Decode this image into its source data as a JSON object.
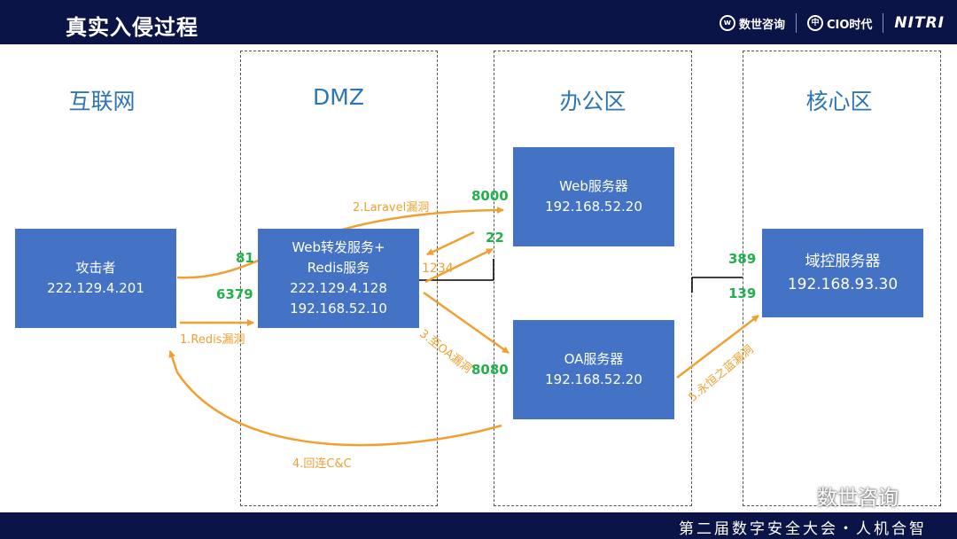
{
  "header": {
    "title": "真实入侵过程"
  },
  "logos": {
    "logo1": "数世咨询",
    "logo2": "CIO时代",
    "logo3": "NITRI"
  },
  "zones": {
    "internet": "互联网",
    "dmz": "DMZ",
    "office": "办公区",
    "core": "核心区"
  },
  "boxes": {
    "attacker": {
      "title": "攻击者",
      "ip": "222.129.4.201"
    },
    "web_forward": {
      "line1": "Web转发服务+",
      "line2": "Redis服务",
      "ip1": "222.129.4.128",
      "ip2": "192.168.52.10"
    },
    "web_server": {
      "title": "Web服务器",
      "ip": "192.168.52.20"
    },
    "oa_server": {
      "title": "OA服务器",
      "ip": "192.168.52.20"
    },
    "domain_controller": {
      "title": "域控服务器",
      "ip": "192.168.93.30"
    }
  },
  "ports": {
    "p81": "81",
    "p6379": "6379",
    "p8000": "8000",
    "p22": "22",
    "p1234": "1234",
    "p8080": "8080",
    "p389": "389",
    "p139": "139"
  },
  "edges": {
    "e1": "1.Redis漏洞",
    "e2": "2.Laravel漏洞",
    "e3": "3.至OA漏洞",
    "e4": "4.回连C&C",
    "e5": "5.永恒之蓝漏洞"
  },
  "colors": {
    "header_bg": "#0b1446",
    "box": "#4472c4",
    "zone_title": "#2e75b6",
    "port": "#22b14c",
    "arrow": "#f0a030"
  },
  "footer": {
    "text": "第二届数字安全大会・人机合智"
  },
  "watermark": {
    "text": "数世咨询"
  }
}
